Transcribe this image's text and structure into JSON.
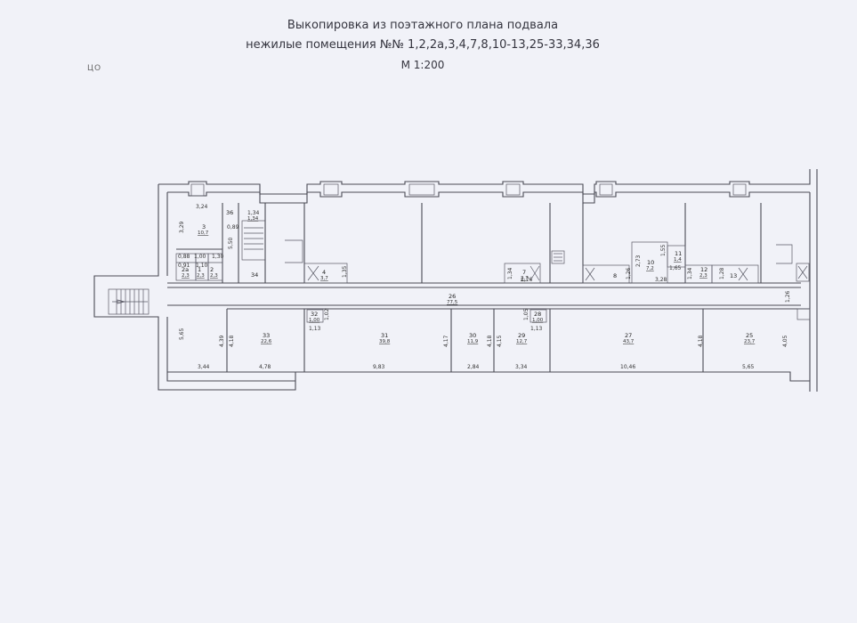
{
  "title": {
    "line1": "Выкопировка из поэтажного плана подвала",
    "line2": "нежилые помещения №№ 1,2,2а,3,4,7,8,10-13,25-33,34,36",
    "line3": "М 1:200"
  },
  "corner_mark": "ЦО",
  "rooms": [
    {
      "num": "3",
      "area": "10,7"
    },
    {
      "num": "36",
      "area": "1,34"
    },
    {
      "num": "4",
      "area": "3,7"
    },
    {
      "num": "7",
      "area": "2,7"
    },
    {
      "num": "8",
      "area": ""
    },
    {
      "num": "10",
      "area": "7,2"
    },
    {
      "num": "11",
      "area": "1,4"
    },
    {
      "num": "12",
      "area": "2,3"
    },
    {
      "num": "13",
      "area": ""
    },
    {
      "num": "26",
      "area": "77,5"
    },
    {
      "num": "33",
      "area": "22,6"
    },
    {
      "num": "32",
      "area": "1,00"
    },
    {
      "num": "31",
      "area": "39,8"
    },
    {
      "num": "30",
      "area": "11,9"
    },
    {
      "num": "29",
      "area": "12,7"
    },
    {
      "num": "28",
      "area": "1,00"
    },
    {
      "num": "27",
      "area": "43,7"
    },
    {
      "num": "25",
      "area": "23,7"
    },
    {
      "num": "34",
      "area": ""
    },
    {
      "num": "2",
      "area": "2,3"
    },
    {
      "num": "2а",
      "area": "2,3"
    },
    {
      "num": "1",
      "area": "2,3"
    }
  ],
  "dimensions": [
    "3,24",
    "3,29",
    "0,89",
    "5,50",
    "1,34",
    "0,88",
    "1,00",
    "1,30",
    "0,91",
    "1,10",
    "1,35",
    "1,34",
    "2,76",
    "1,26",
    "2,73",
    "1,55",
    "1,65",
    "3,28",
    "1,34",
    "1,28",
    "1,26",
    "5,65",
    "4,39",
    "4,18",
    "1,02",
    "1,13",
    "4,17",
    "4,18",
    "4,15",
    "1,05",
    "1,13",
    "4,18",
    "4,05",
    "3,44",
    "4,78",
    "9,83",
    "2,84",
    "3,34",
    "10,46",
    "5,65"
  ]
}
